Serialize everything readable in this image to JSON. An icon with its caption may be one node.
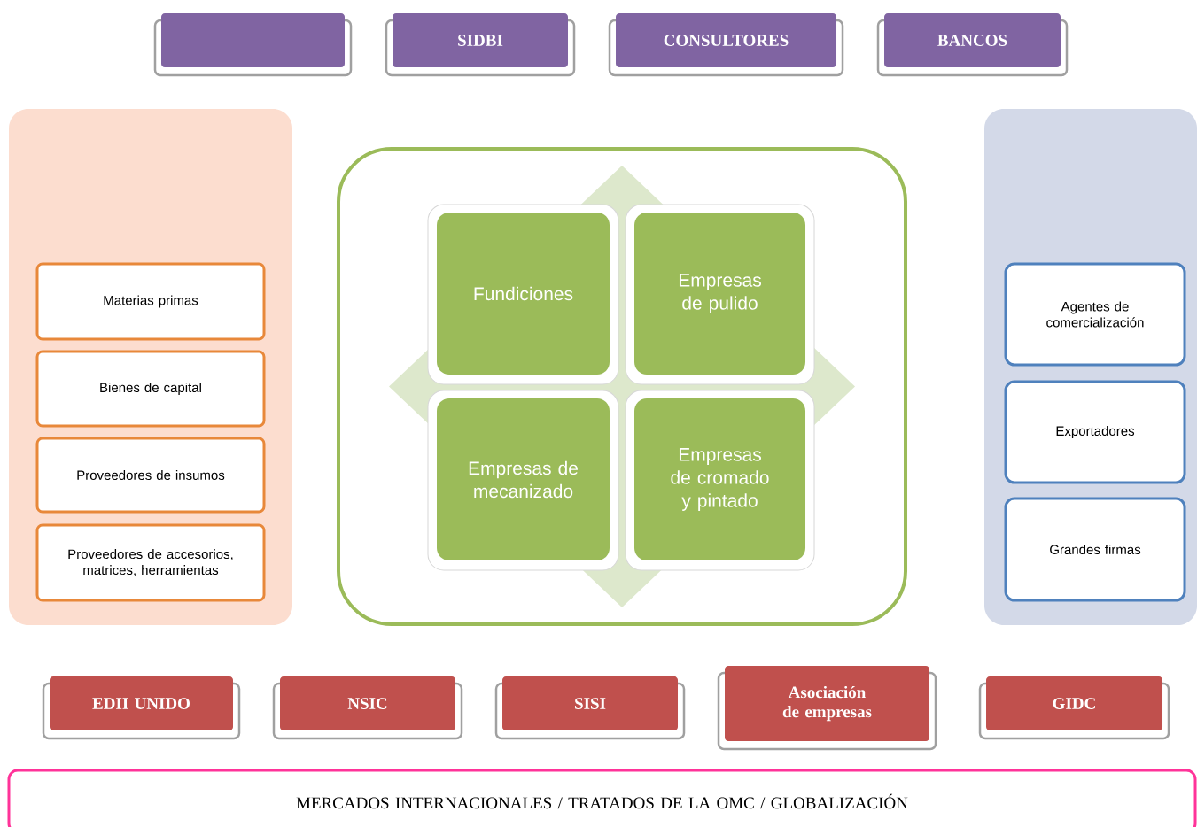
{
  "diagram": {
    "nodes": [
      {
        "text": [],
        "shape": "box"
      },
      {
        "text": [
          "SIDBI"
        ]
      },
      {
        "text": [
          "CONSULTORES"
        ]
      },
      {
        "text": [
          "BANCOS"
        ]
      },
      {
        "text": [],
        "shape": "box"
      },
      {
        "text": [
          "Materias primas"
        ],
        "in": 4
      },
      {
        "text": [
          "Bienes de capital"
        ],
        "in": 4
      },
      {
        "text": [
          "Proveedores de insumos"
        ],
        "in": 4
      },
      {
        "text": [
          "Proveedores de accesorios, matrices, herramientas"
        ],
        "in": 4
      },
      {
        "text": [],
        "shape": "box"
      },
      {
        "text": [
          "Fundiciones"
        ],
        "in": 9
      },
      {
        "text": [
          "Empresas de pulido"
        ],
        "in": 9
      },
      {
        "text": [
          "Empresas de mecanizado"
        ],
        "in": 9
      },
      {
        "text": [
          "Empresas de cromado y pintado"
        ],
        "in": 9
      },
      {
        "text": [],
        "shape": "box"
      },
      {
        "text": [
          "Agentes de comercialización"
        ],
        "in": 14
      },
      {
        "text": [
          "Exportadores"
        ],
        "in": 14
      },
      {
        "text": [
          "Grandes firmas"
        ],
        "in": 14
      },
      {
        "text": [
          "EDII UNIDO"
        ]
      },
      {
        "text": [
          "NSIC"
        ]
      },
      {
        "text": [
          "SISI"
        ]
      },
      {
        "text": [
          "Asociación de empresas"
        ]
      },
      {
        "text": [
          "GIDC"
        ]
      },
      {
        "text": [
          "MERCADOS INTERNACIONALES / TRATADOS DE LA OMC / GLOBALIZACIÓN"
        ]
      }
    ],
    "edges": []
  }
}
